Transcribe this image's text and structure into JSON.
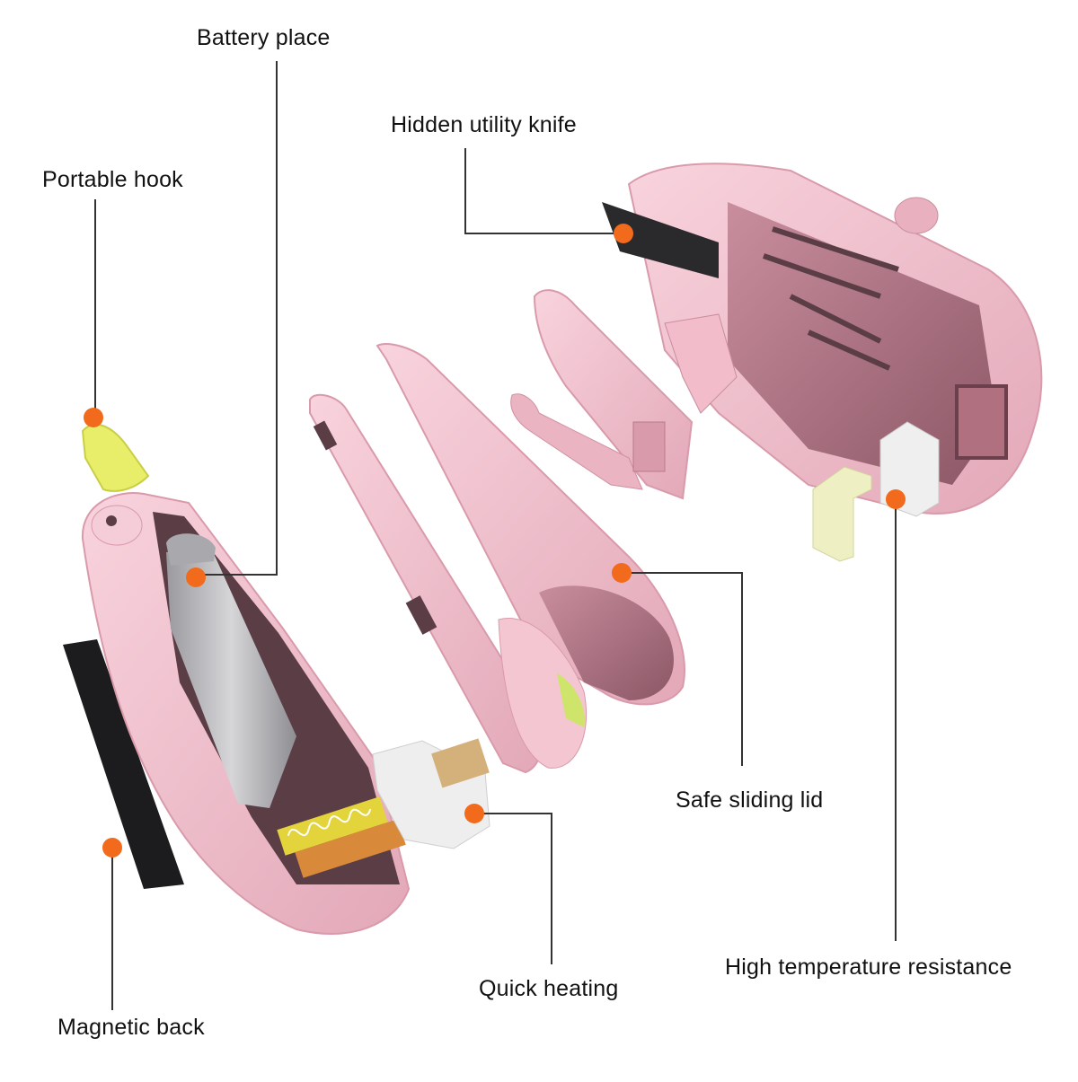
{
  "labels": {
    "battery_place": "Battery place",
    "hidden_utility_knife": "Hidden utility knife",
    "portable_hook": "Portable hook",
    "safe_sliding_lid": "Safe sliding lid",
    "high_temperature_resistance": "High temperature resistance",
    "quick_heating": "Quick heating",
    "magnetic_back": "Magnetic back"
  },
  "colors": {
    "body_pink": "#f2bccb",
    "shadow_pink": "#c98e9e",
    "dark_pink": "#7a4c58",
    "marker_orange": "#f26a1b",
    "leader_line": "#333333",
    "hook_yellow": "#e8ee6a",
    "magnet_black": "#1c1b1d",
    "battery_gray": "#b9b9bc",
    "heater_white": "#f1f1f1"
  }
}
